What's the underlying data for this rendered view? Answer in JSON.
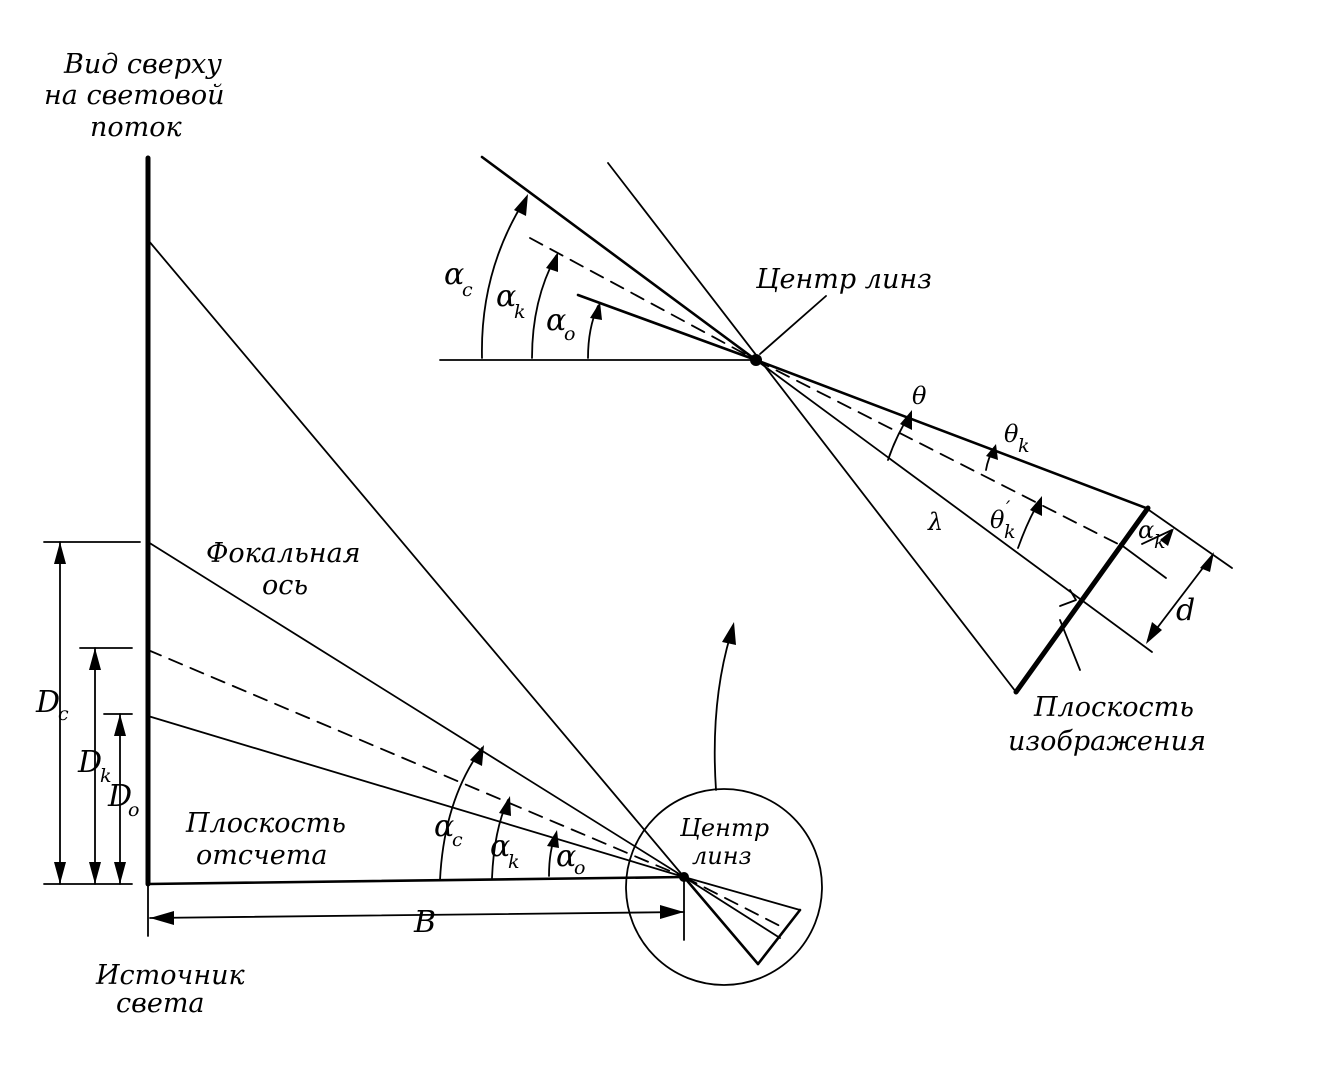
{
  "labels": {
    "top_view": [
      "Вид сверху",
      "на световой",
      "поток"
    ],
    "focal_axis": [
      "Фокальная",
      "ось"
    ],
    "reference_plane": [
      "Плоскость",
      "отсчета"
    ],
    "light_source": [
      "Источник",
      "света"
    ],
    "lens_center_small": [
      "Центр",
      "линз"
    ],
    "lens_center_large": "Центр линз",
    "image_plane": [
      "Плоскость",
      "изображения"
    ]
  },
  "symbols": {
    "alpha": "α",
    "theta": "θ",
    "lambda": "λ",
    "sub_c": "c",
    "sub_k": "k",
    "sub_o": "o",
    "D": "D",
    "B": "B",
    "d": "d",
    "prime": "′"
  }
}
